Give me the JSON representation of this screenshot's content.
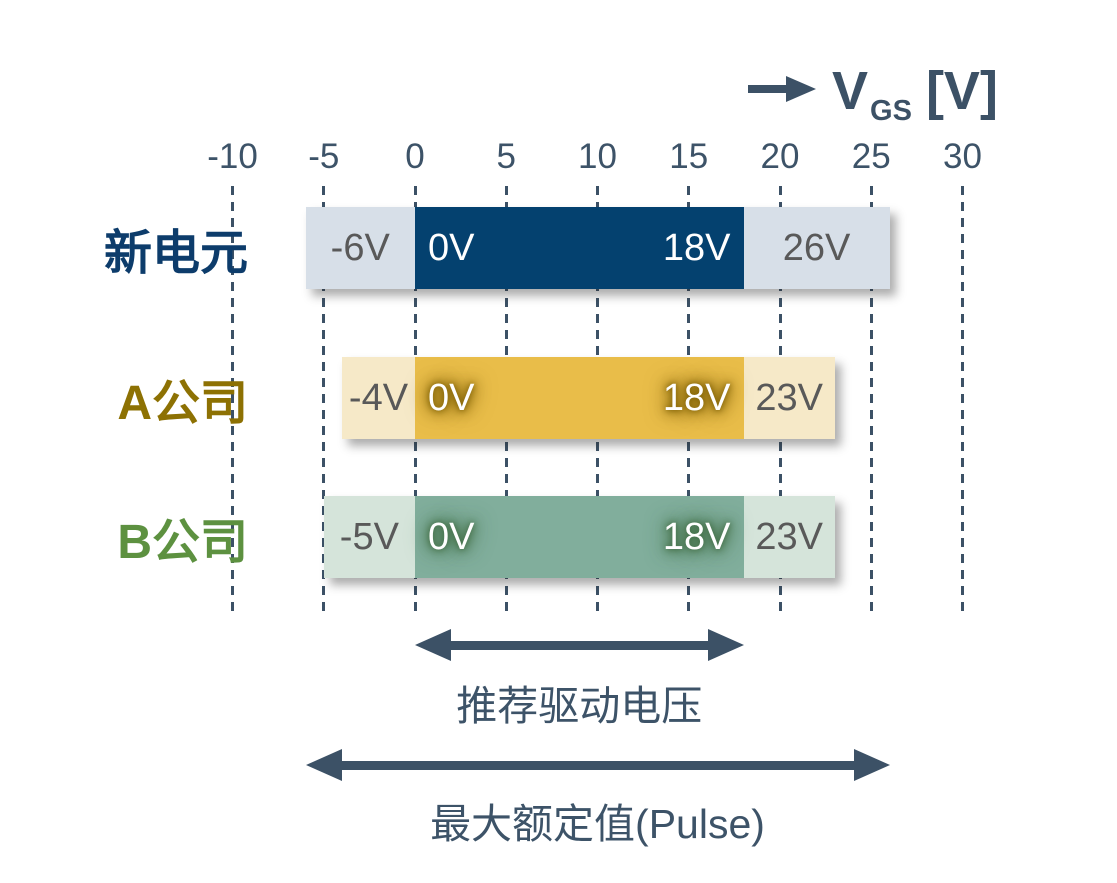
{
  "header": {
    "symbol": "V",
    "subscript": "GS",
    "unit": "[V]"
  },
  "colors": {
    "slate": "#3c5166",
    "tick_text": "#3d5368",
    "value_text_light": "#595959",
    "value_text_dark": "#ffffff",
    "background": "#ffffff"
  },
  "chart_data": {
    "type": "bar",
    "subtype": "horizontal-range-comparison",
    "x_axis": {
      "title": "VGS [V]",
      "min": -10,
      "max": 30,
      "step": 5,
      "ticks": [
        -10,
        -5,
        0,
        5,
        10,
        15,
        20,
        25,
        30
      ],
      "tick_labels": [
        "-10",
        "-5",
        "0",
        "5",
        "10",
        "15",
        "20",
        "25",
        "30"
      ],
      "grid": "dashed-vertical"
    },
    "rows": [
      {
        "label": "新电元",
        "label_color": "#0d3c6b",
        "max_rating": {
          "from": -6,
          "to": 26,
          "from_label": "-6V",
          "to_label": "26V",
          "color": "#d7dfe8"
        },
        "recommended": {
          "from": 0,
          "to": 18,
          "from_label": "0V",
          "to_label": "18V",
          "color": "#04416f",
          "glow": ""
        }
      },
      {
        "label": "A公司",
        "label_color": "#8d7103",
        "max_rating": {
          "from": -4,
          "to": 23,
          "from_label": "-4V",
          "to_label": "23V",
          "color": "#f6e9c8"
        },
        "recommended": {
          "from": 0,
          "to": 18,
          "from_label": "0V",
          "to_label": "18V",
          "color": "#e9bd49",
          "glow": "#7a5c00"
        }
      },
      {
        "label": "B公司",
        "label_color": "#5d9140",
        "max_rating": {
          "from": -5,
          "to": 23,
          "from_label": "-5V",
          "to_label": "23V",
          "color": "#d5e4da"
        },
        "recommended": {
          "from": 0,
          "to": 18,
          "from_label": "0V",
          "to_label": "18V",
          "color": "#81ae9c",
          "glow": "#3f6b41"
        }
      }
    ],
    "annotations": [
      {
        "label": "推荐驱动电压",
        "from": 0,
        "to": 18
      },
      {
        "label": "最大额定值(Pulse)",
        "from": -6,
        "to": 26
      }
    ]
  }
}
